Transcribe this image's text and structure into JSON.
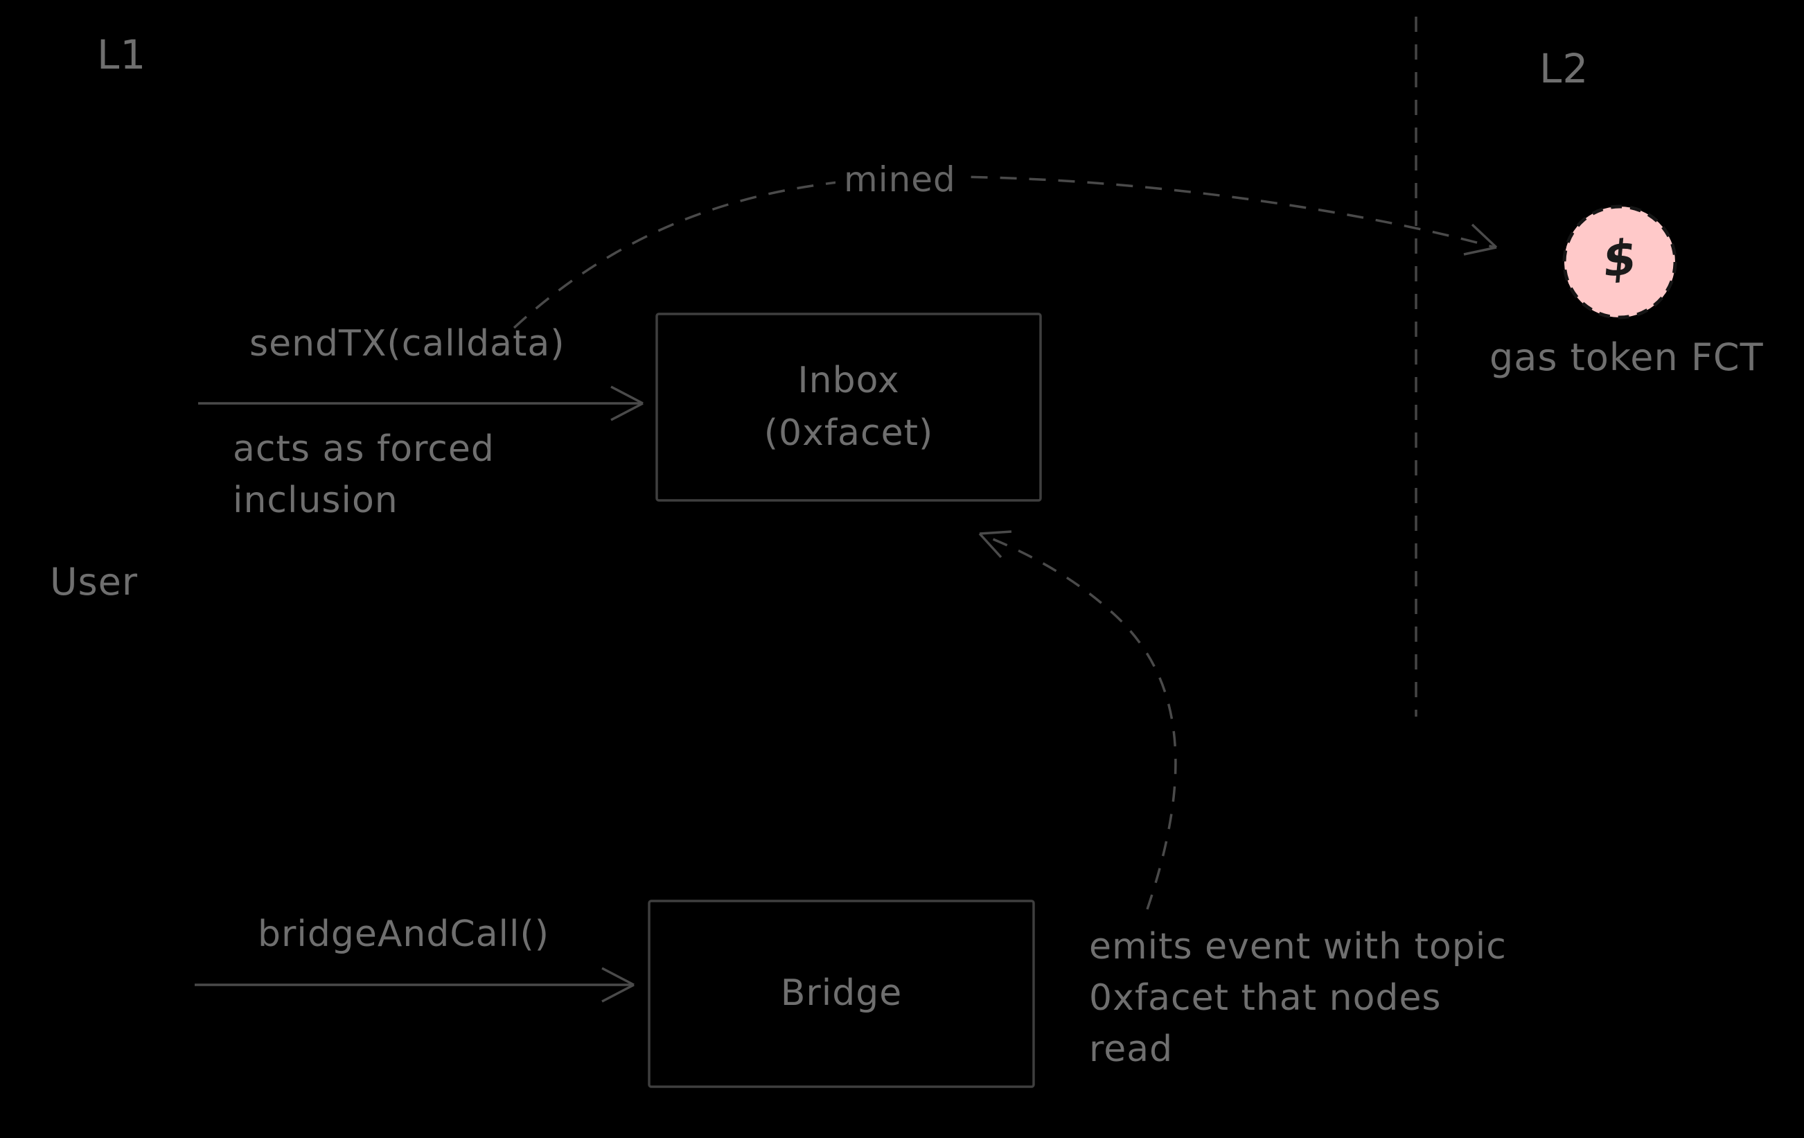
{
  "colors": {
    "background": "#000000",
    "text": "#6f6f6f",
    "stroke": "#454545",
    "token_fill": "#ffc9c9",
    "token_symbol_color": "#1b1b1b"
  },
  "labels": {
    "l1": "L1",
    "l2": "L2",
    "user": "User",
    "mined": "mined",
    "send_tx": "sendTX(calldata)",
    "send_tx_note": "acts as forced\ninclusion",
    "bridge_call": "bridgeAndCall()",
    "emits_note": "emits event with topic\n0xfacet that nodes\nread",
    "gas_token": "gas token FCT",
    "token_symbol": "$"
  },
  "boxes": {
    "inbox": "Inbox\n(0xfacet)",
    "bridge": "Bridge"
  }
}
